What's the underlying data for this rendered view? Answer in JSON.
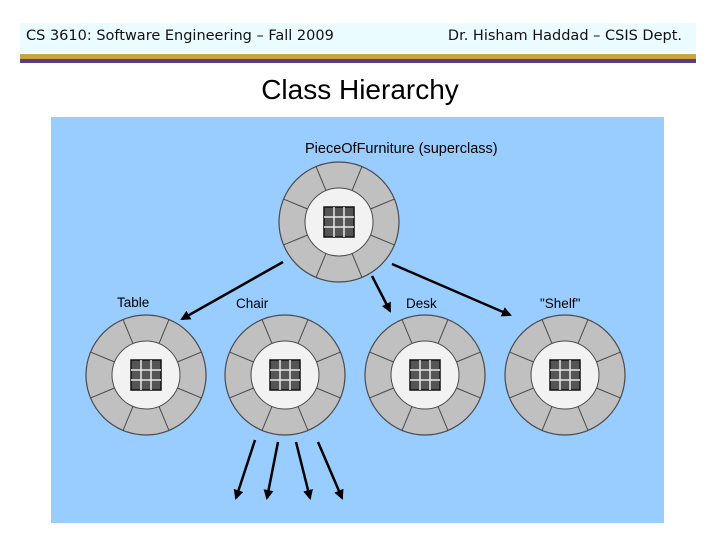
{
  "header": {
    "left": "CS 3610: Software Engineering – Fall 2009",
    "right": "Dr. Hisham Haddad – CSIS Dept."
  },
  "slide": {
    "title": "Class Hierarchy"
  },
  "diagram": {
    "superclass_label": "PieceOfFurniture (superclass)",
    "subclass_labels": [
      "Table",
      "Chair",
      "Desk",
      "\"Shelf\""
    ],
    "colors": {
      "panel": "#99ccff",
      "ring": "#c0c0c0",
      "core": "#f2f2f2",
      "arrow": "#000000"
    },
    "icons": [
      "class-object-icon"
    ]
  }
}
